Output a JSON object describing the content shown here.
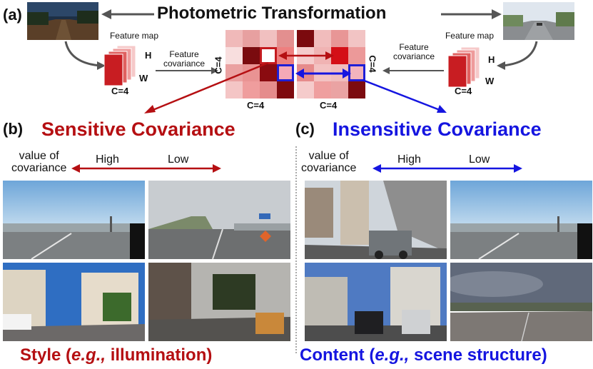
{
  "panel_a": {
    "label": "(a)",
    "title": "Photometric Transformation",
    "feature_map_left": "Feature map",
    "feature_map_right": "Feature map",
    "feature_cov_left": "Feature\ncovariance",
    "feature_cov_right": "Feature\ncovariance",
    "dim_h": "H",
    "dim_w": "W",
    "dim_c": "C=4",
    "matrix_bottom": "C=4",
    "matrix_side": "C=4"
  },
  "panel_b": {
    "label": "(b)",
    "heading": "Sensitive Covariance",
    "axis_label": "value of\ncovariance",
    "high": "High",
    "low": "Low",
    "caption_prefix": "Style (",
    "caption_eg": "e.g.,",
    "caption_suffix": " illumination)"
  },
  "panel_c": {
    "label": "(c)",
    "heading": "Insensitive Covariance",
    "axis_label": "value of\ncovariance",
    "high": "High",
    "low": "Low",
    "caption_prefix": "Content (",
    "caption_eg": "e.g.,",
    "caption_suffix": " scene structure)"
  },
  "colors": {
    "sensitive": "#b50f12",
    "insensitive": "#1515e0",
    "gray_arrow": "#555555"
  }
}
